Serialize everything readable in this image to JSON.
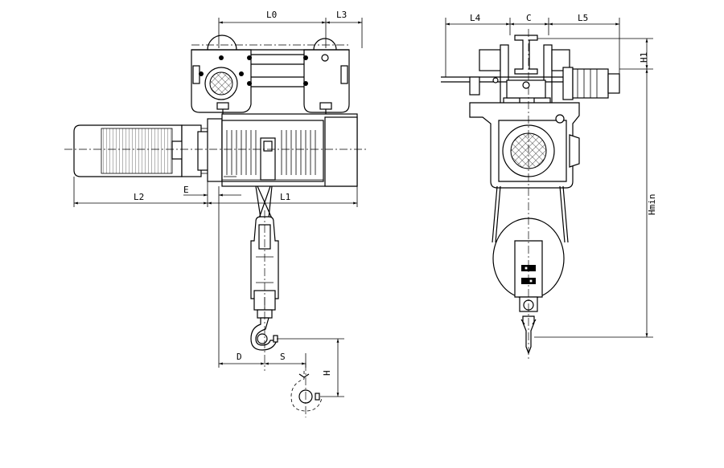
{
  "labels": {
    "L0": "L0",
    "L3": "L3",
    "L4": "L4",
    "C": "C",
    "L5": "L5",
    "H1": "H1",
    "L2": "L2",
    "E": "E",
    "L1": "L1",
    "Hmin": "Hmin",
    "D": "D",
    "S": "S",
    "H": "H"
  },
  "colors": {
    "line": "#000000",
    "background": "#ffffff"
  }
}
